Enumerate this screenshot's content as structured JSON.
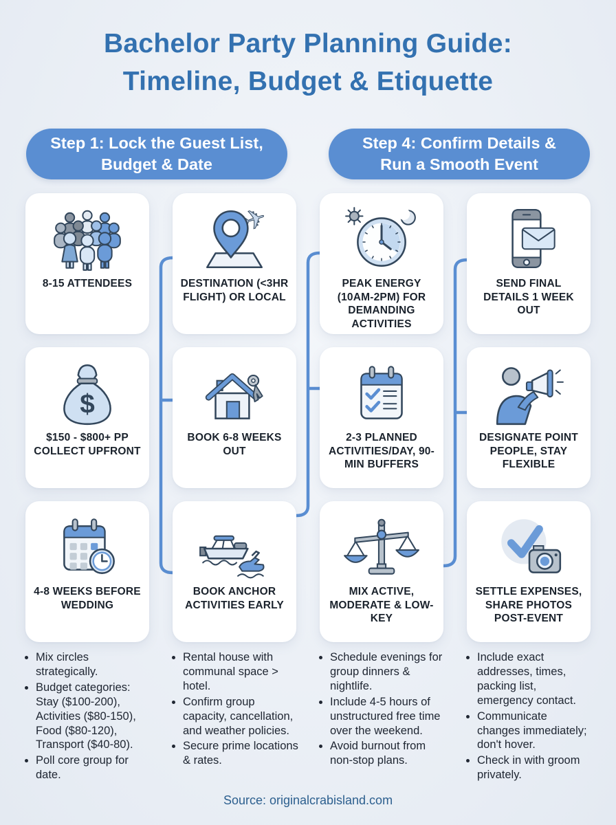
{
  "title": {
    "line1": "Bachelor Party Planning Guide:",
    "line2": "Timeline, Budget & Etiquette"
  },
  "colors": {
    "background": "#e8edf4",
    "title_text": "#3371b0",
    "pill_fill": "#5a8ed2",
    "pill_text": "#ffffff",
    "card_background": "#ffffff",
    "card_text": "#1a222c",
    "connector": "#5a8ed2",
    "bullet_text": "#202733",
    "source_text": "#2c5f8e",
    "icon_blue": "#6b9bd8",
    "icon_light_blue": "#cfe0f2",
    "icon_gray": "#aab3bd",
    "icon_outline": "#33475c"
  },
  "steps": [
    {
      "line1": "Step 1: Lock the Guest List,",
      "line2": "Budget & Date"
    },
    {
      "line1": "Step 4: Confirm Details &",
      "line2": "Run a Smooth Event"
    }
  ],
  "cards": [
    {
      "icon": "crowd",
      "label": "8-15 ATTENDEES"
    },
    {
      "icon": "location-pin-plane",
      "label": "DESTINATION (<3HR FLIGHT) OR LOCAL"
    },
    {
      "icon": "clock-sun-moon",
      "label": "PEAK ENERGY (10AM-2PM) FOR DEMANDING ACTIVITIES"
    },
    {
      "icon": "phone-message",
      "label": "SEND FINAL DETAILS 1 WEEK OUT"
    },
    {
      "icon": "money-bag",
      "label": "$150 - $800+ PP COLLECT UPFRONT"
    },
    {
      "icon": "house-key",
      "label": "BOOK 6-8 WEEKS OUT"
    },
    {
      "icon": "checklist-calendar",
      "label": "2-3 PLANNED ACTIVITIES/DAY, 90-MIN BUFFERS"
    },
    {
      "icon": "megaphone-person",
      "label": "DESIGNATE POINT PEOPLE, STAY FLEXIBLE"
    },
    {
      "icon": "calendar-clock",
      "label": "4-8 WEEKS BEFORE WEDDING"
    },
    {
      "icon": "boat-jetski",
      "label": "BOOK ANCHOR ACTIVITIES EARLY"
    },
    {
      "icon": "balance-scale",
      "label": "MIX ACTIVE, MODERATE & LOW-KEY"
    },
    {
      "icon": "check-camera",
      "label": "SETTLE EXPENSES, SHARE PHOTOS POST-EVENT"
    }
  ],
  "bullets": [
    {
      "items": [
        "Mix circles strategically.",
        "Budget categories: Stay ($100-200), Activities ($80-150), Food ($80-120), Transport ($40-80).",
        "Poll core group for date."
      ]
    },
    {
      "items": [
        "Rental house with communal space > hotel.",
        "Confirm group capacity, cancellation, and weather policies.",
        "Secure prime locations & rates."
      ]
    },
    {
      "items": [
        "Schedule evenings for group dinners & nightlife.",
        "Include 4-5 hours of unstructured free time over the weekend.",
        "Avoid burnout from non-stop plans."
      ]
    },
    {
      "items": [
        "Include exact addresses, times, packing list, emergency contact.",
        "Communicate changes immediately; don't hover.",
        "Check in with groom privately."
      ]
    }
  ],
  "source": "Source: originalcrabisland.com"
}
